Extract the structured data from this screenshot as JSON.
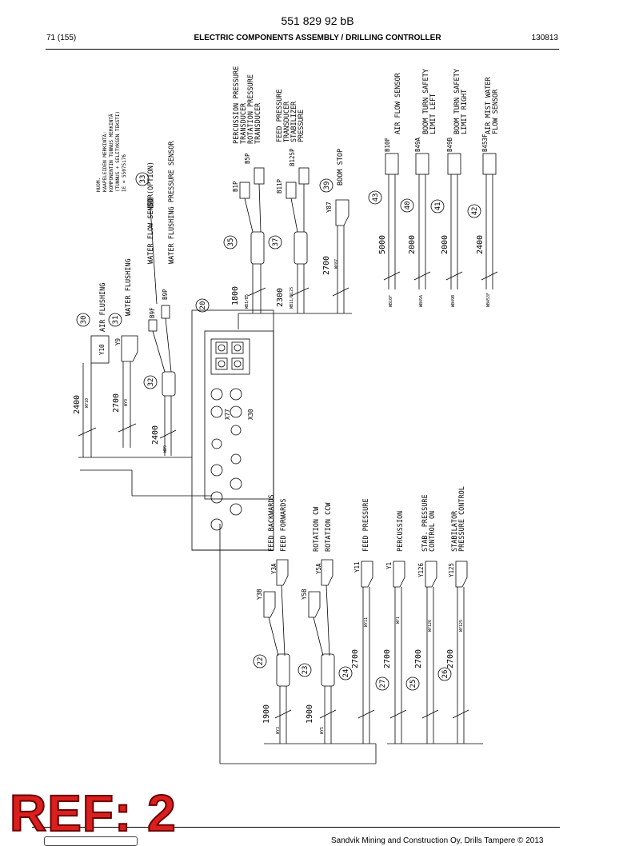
{
  "header": {
    "doc_number": "551 829 92 bB",
    "page": "71 (155)",
    "title": "ELECTRIC COMPONENTS ASSEMBLY / DRILLING CONTROLLER",
    "date": "130813"
  },
  "footer": {
    "text": "Sandvik Mining and Construction Oy, Drills Tampere © 2013",
    "ref_stamp": "REF: 2"
  },
  "labels": {
    "air_flushing": "AIR FLUSHING",
    "water_flushing": "WATER FLUSHING",
    "water_flow_sensor": "WATER FLOW SENSOR(OPTION)",
    "water_flushing_pressure": "WATER FLUSHING PRESSURE SENSOR",
    "note_1": "HUOM.",
    "note_2": "KAAPELEIDEN MERKINTÄ:",
    "note_3": "KOMPONENTIN TUNNUS MERKINTÄ",
    "note_4": "(TUNNUS + SELITYKSEN TEKSTI)",
    "note_5": "IE = 55075176",
    "perc_pressure": "PERCUSSION PRESSURE",
    "transducer_a": "TRANSDUCER",
    "rot_pressure": "ROTATION PRESSURE",
    "transducer_b": "TRANSDUCER",
    "feed_pressure_t": "FEED PRESSURE",
    "transducer_c": "TRANSDUCER",
    "stab_pressure": "STABILIZER",
    "pressure_w": "PRESSURE",
    "boom_stop": "BOOM STOP",
    "air_flow_sensor": "AIR FLOW SENSOR",
    "boom_turn_left_1": "BOOM TURN SAFETY",
    "boom_turn_left_2": "LIMIT LEFT",
    "boom_turn_right_1": "BOOM TURN SAFETY",
    "boom_turn_right_2": "LIMIT RIGHT",
    "air_mist_1": "AIR MIST WATER",
    "air_mist_2": "FLOW SENSOR",
    "feed_backwards": "FEED BACKWARDS",
    "feed_forwards": "FEED FORWARDS",
    "rotation_cw": "ROTATION CW",
    "rotation_ccw": "ROTATION CCW",
    "feed_pressure": "FEED PRESSURE",
    "percussion": "PERCUSSION",
    "stab_pressure_ctrl_1": "STAB. PRESSURE",
    "stab_pressure_ctrl_2": "CONTROL ON",
    "stabilator_1": "STABILATOR",
    "stabilator_2": "PRESSURE CONTROL"
  },
  "components": {
    "y10": "Y10",
    "y9": "Y9",
    "b9f": "B9F",
    "b9p": "B9P",
    "b1p": "B1P",
    "b5p": "B5P",
    "b11p": "B11P",
    "b125p": "B125P",
    "y87": "Y87",
    "b10f": "B10F",
    "b49a": "B49A",
    "b49b": "B49B",
    "b453f": "B453F",
    "x77": "X77",
    "x30": "X30",
    "y3b_1": "Y3B",
    "y3a": "Y3A",
    "y5b": "Y5B",
    "y5a": "Y5A",
    "y11": "Y11",
    "y1": "Y1",
    "y126": "Y126",
    "y125": "Y125"
  },
  "lengths": {
    "l2400_a": "2400",
    "l2700_a": "2700",
    "l2400_b": "2400",
    "l1800": "1800",
    "l2300": "2300",
    "l2700_b": "2700",
    "l5000": "5000",
    "l2000_a": "2000",
    "l2000_b": "2000",
    "l2400_c": "2400",
    "l1900_a": "1900",
    "l1900_b": "1900",
    "l2700_c": "2700",
    "l2700_d": "2700",
    "l2700_e": "2700",
    "l2700_f": "2700"
  },
  "wire_tags": {
    "w10": "WY10",
    "w9": "WY9",
    "w9b": "WB9",
    "w1p5p": "WB1/B5",
    "w11p": "WB11/B125",
    "w87": "WY87",
    "w10f": "WB10F",
    "w49a": "WB49A",
    "w49b": "WB49B",
    "w453": "WB453F",
    "w3": "WY3",
    "w5": "WY5",
    "w11": "WY11",
    "w1": "WY1",
    "w126": "WY126",
    "w125": "WY125"
  },
  "callouts": {
    "c30": "30",
    "c31": "31",
    "c32": "32",
    "c20": "20",
    "c33": "33",
    "c35": "35",
    "c37": "37",
    "c39": "39",
    "c43": "43",
    "c40": "40",
    "c41": "41",
    "c42": "42",
    "c22": "22",
    "c23": "23",
    "c24": "24",
    "c27": "27",
    "c25": "25",
    "c26": "26"
  }
}
